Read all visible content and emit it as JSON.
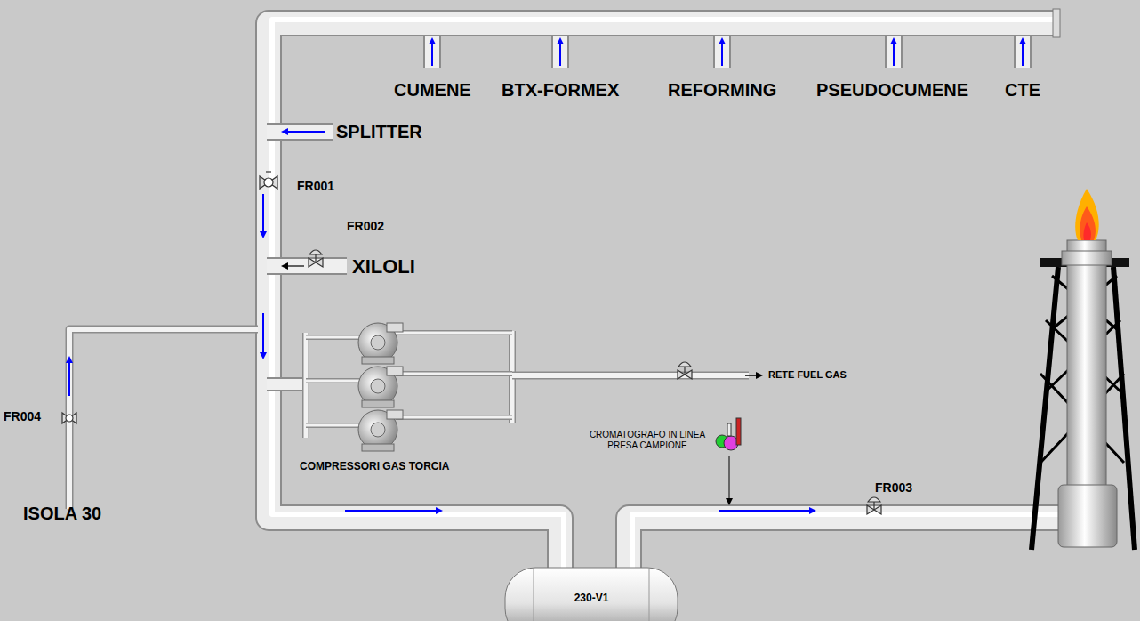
{
  "diagram": {
    "nodes": [
      {
        "text": [
          "230-V1"
        ]
      }
    ],
    "labels": [
      "CUMENE",
      "BTX-FORMEX",
      "REFORMING",
      "PSEUDOCUMENE",
      "CTE",
      "SPLITTER",
      "FR001",
      "FR002",
      "XILOLI",
      "FR004",
      "ISOLA 30",
      "COMPRESSORI GAS TORCIA",
      "RETE FUEL GAS",
      "CROMATOGRAFO IN LINEA PRESA CAMPIONE",
      "FR003"
    ]
  }
}
